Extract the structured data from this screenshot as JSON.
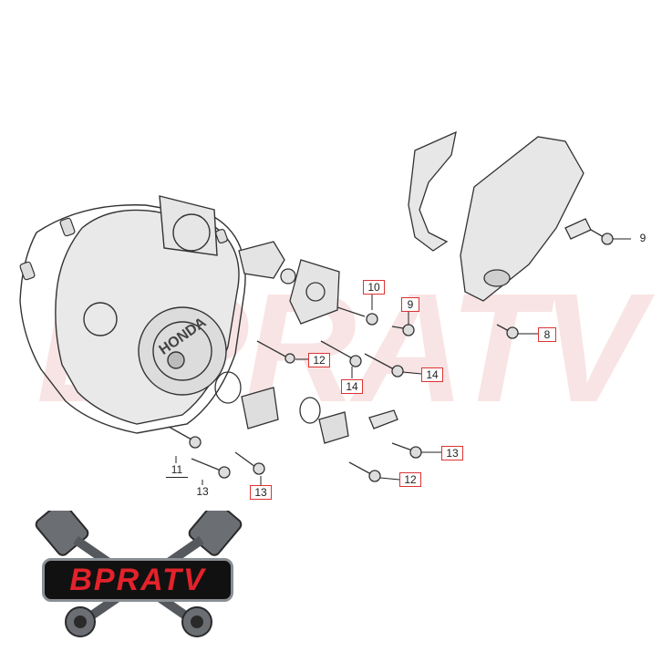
{
  "callouts": {
    "c8": "8",
    "c9a": "9",
    "c9b": "9",
    "c10": "10",
    "c11": "11",
    "c12a": "12",
    "c12b": "12",
    "c13a": "13",
    "c13b": "13",
    "c13c": "13",
    "c14a": "14",
    "c14b": "14"
  },
  "logo": {
    "text": "BPRATV"
  },
  "watermark": {
    "text": "BPRATV"
  },
  "engraving": {
    "text": "HONDA"
  },
  "colors": {
    "callout_border": "#d33333",
    "line": "#333333",
    "logo_red": "#e3222b",
    "logo_dark": "#111111",
    "watermark": "#f2c9c9"
  }
}
